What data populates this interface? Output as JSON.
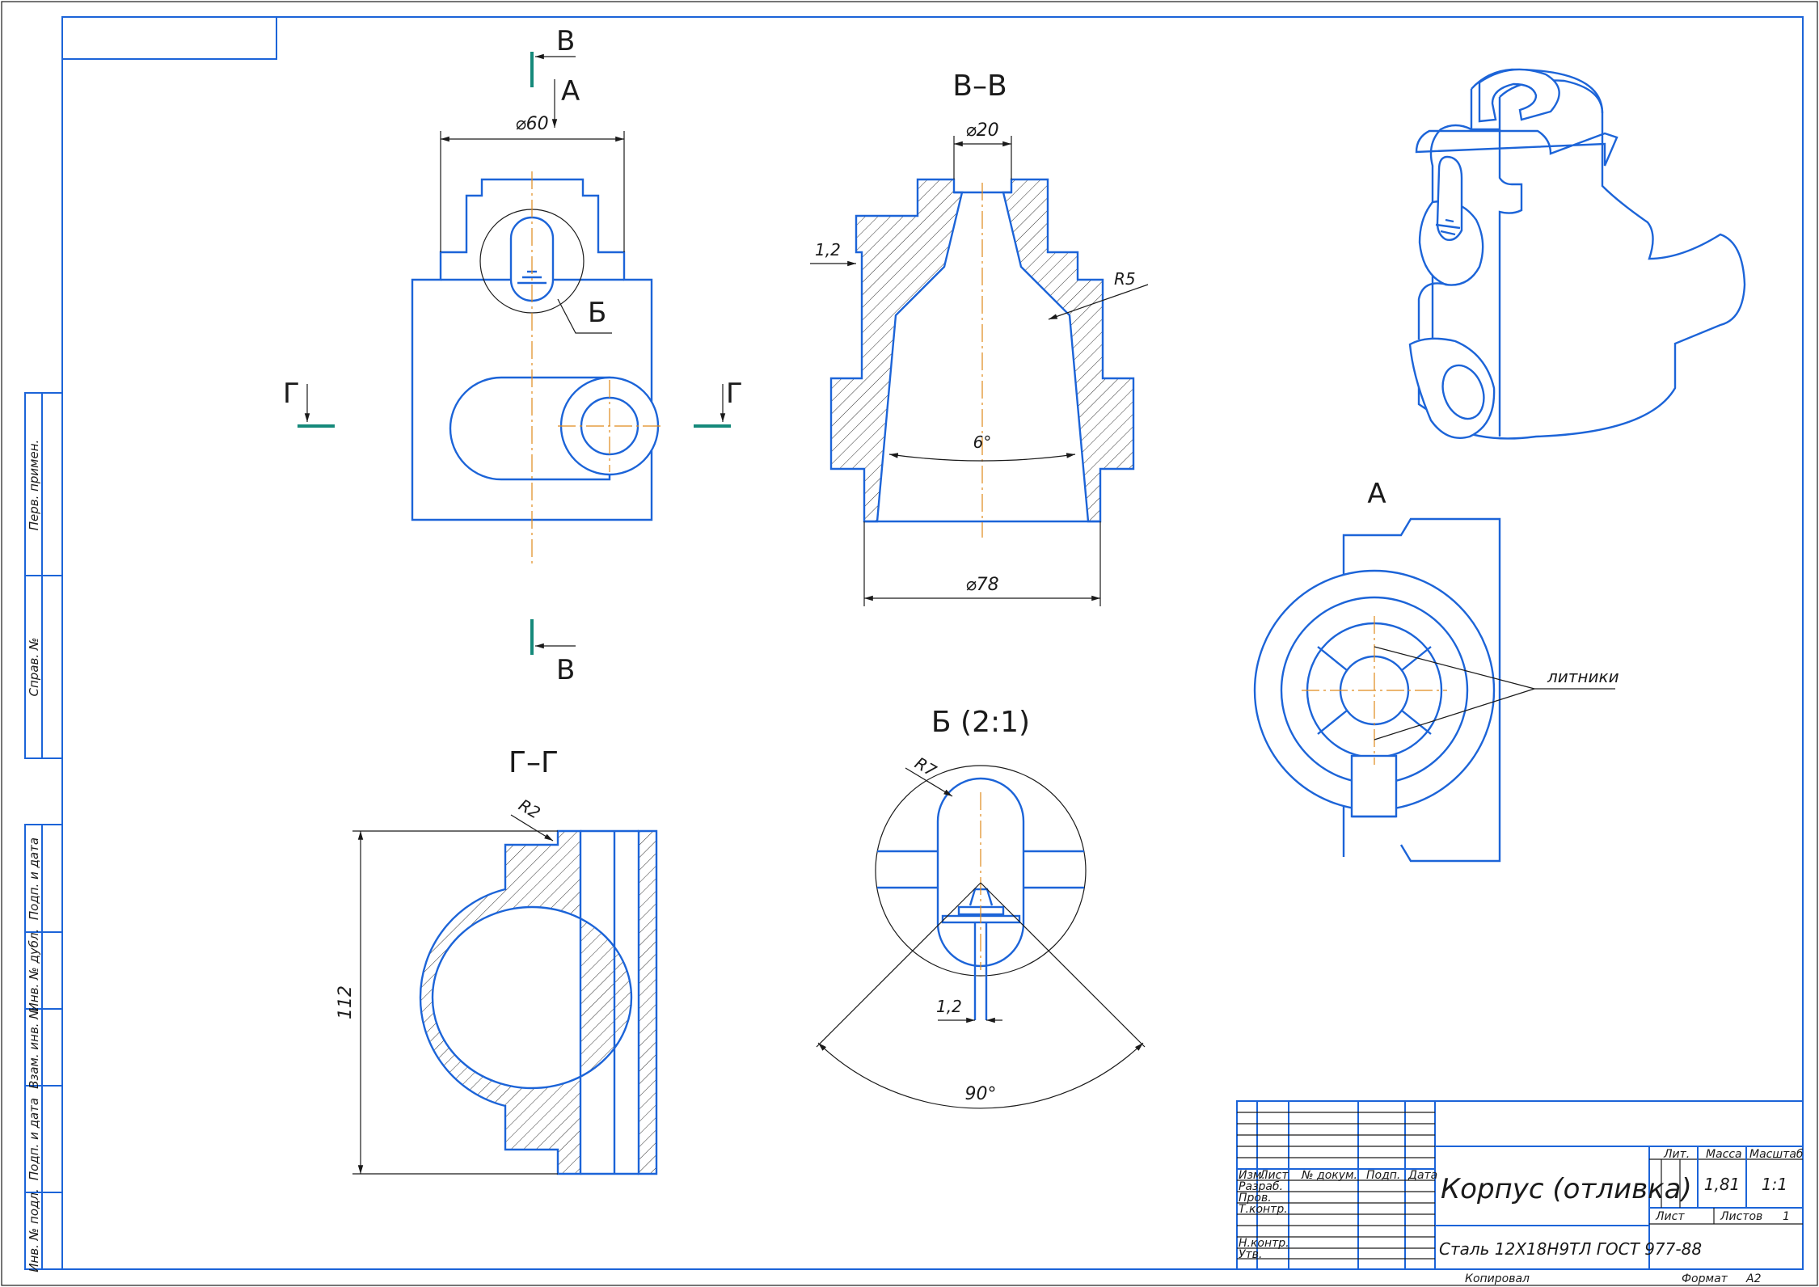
{
  "views": {
    "section_v": "В–В",
    "section_g": "Г–Г",
    "detail_b": "Б (2:1)",
    "view_a": "А"
  },
  "markers": {
    "v": "В",
    "a": "А",
    "b": "Б",
    "g": "Г"
  },
  "dims": {
    "d60": "⌀60",
    "d20": "⌀20",
    "d78": "⌀78",
    "t12": "1,2",
    "r5": "R5",
    "angle6": "6°",
    "h112": "112",
    "r2": "R2",
    "r7": "R7",
    "t12b": "1,2",
    "angle90": "90°"
  },
  "notes": {
    "gates": "литники"
  },
  "side_strip": {
    "perv": "Перв. примен.",
    "sprav": "Справ. №",
    "podp1": "Подп. и дата",
    "inv_dubl": "Инв. № дубл.",
    "vzam": "Взам. инв. №",
    "podp2": "Подп. и дата",
    "inv_podl": "Инв. № подл."
  },
  "title_block": {
    "col_izm": "Изм.",
    "col_list": "Лист",
    "col_docnum": "№ докум.",
    "col_podp": "Подп.",
    "col_data": "Дата",
    "row_razrab": "Разраб.",
    "row_prov": "Пров.",
    "row_tkontr": "Т.контр.",
    "row_nkontr": "Н.контр.",
    "row_utv": "Утв.",
    "name": "Корпус (отливка)",
    "material": "Сталь 12Х18Н9ТЛ ГОСТ 977-88",
    "lit": "Лит.",
    "massa": "Масса",
    "masshtab": "Масштаб",
    "mass_value": "1,81",
    "scale_value": "1:1",
    "list_label": "Лист",
    "listov_label": "Листов",
    "listov_value": "1",
    "kopiroval": "Копировал",
    "format": "Формат",
    "format_value": "А2"
  },
  "colors": {
    "contour": "#1c64d8",
    "centerline": "#e08a1c",
    "cutting_plane": "#15897a"
  }
}
